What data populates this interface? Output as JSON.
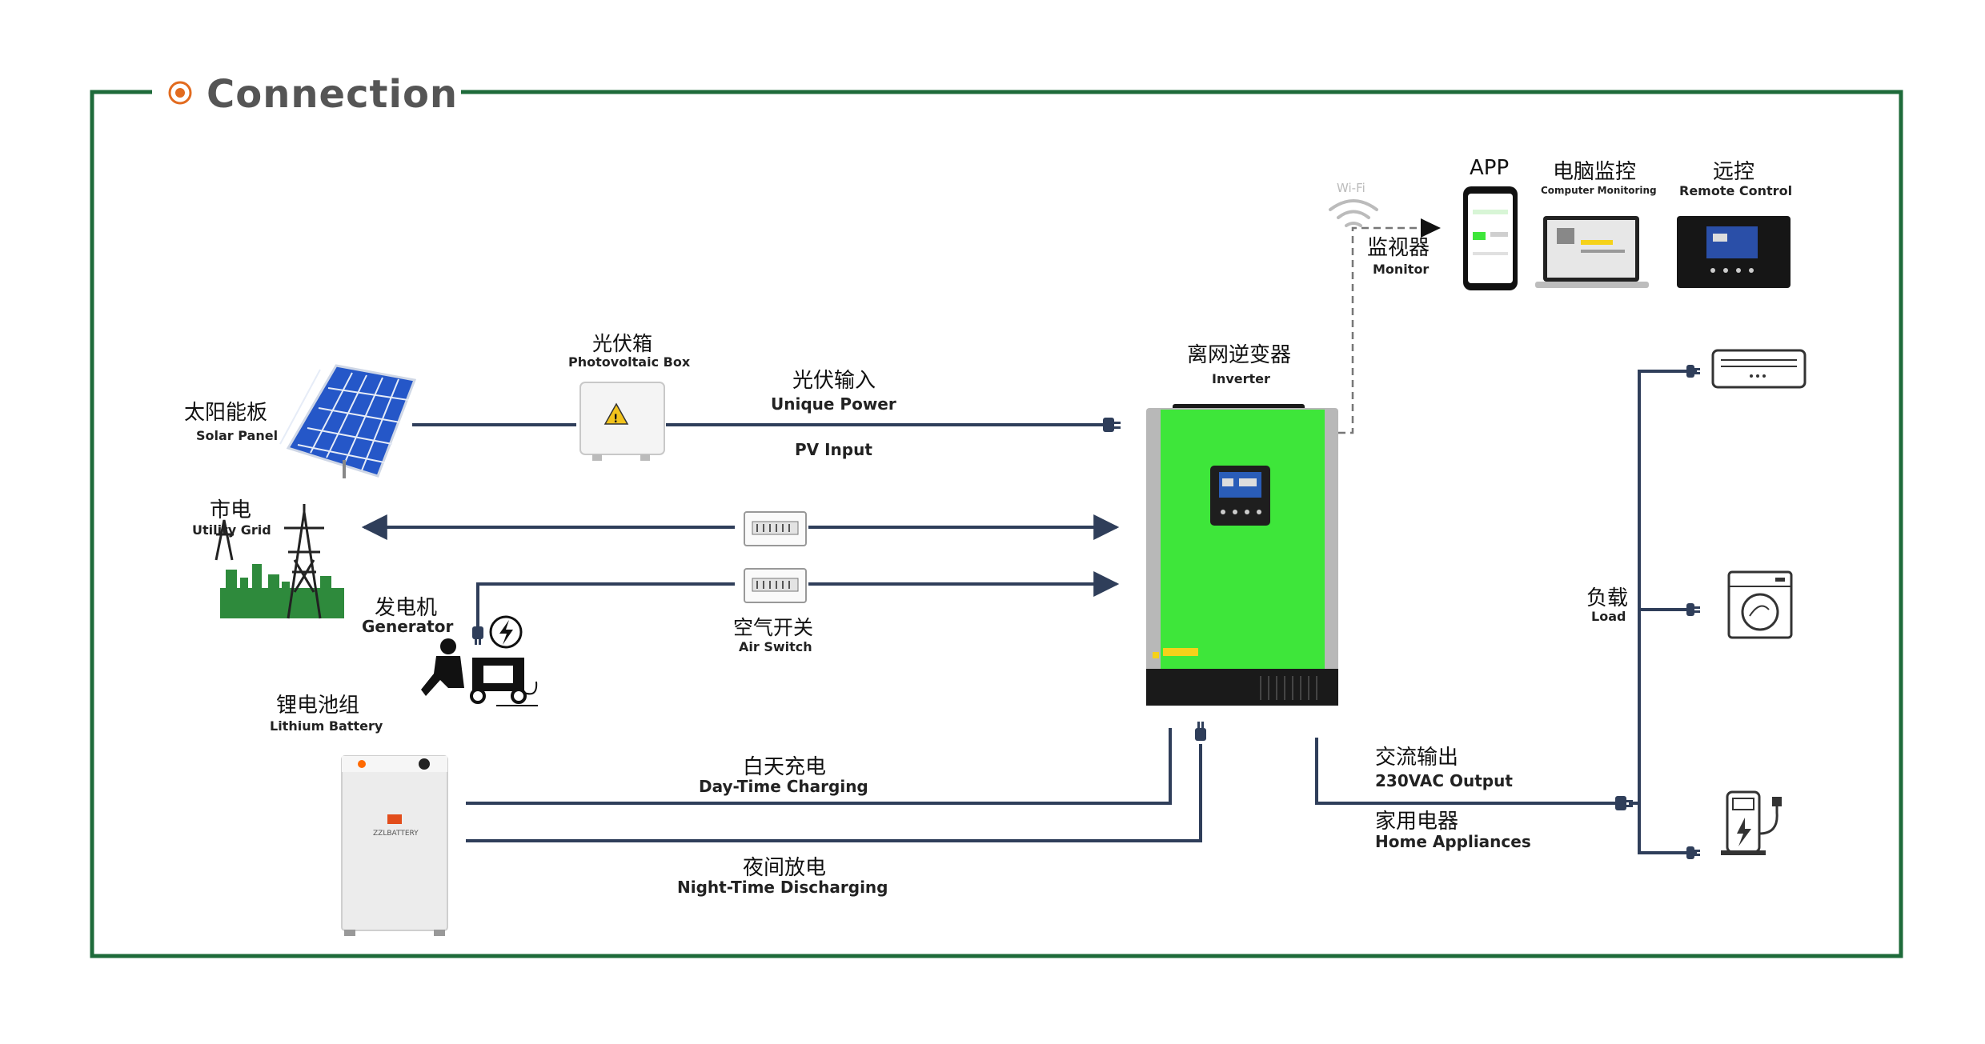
{
  "title": "Connection",
  "components": {
    "solar_panel": {
      "cn": "太阳能板",
      "en": "Solar Panel"
    },
    "pv_box": {
      "cn": "光伏箱",
      "en": "Photovoltaic Box"
    },
    "pv_input": {
      "cn": "光伏输入",
      "en1": "Unique Power",
      "en2": "PV Input"
    },
    "utility_grid": {
      "cn": "市电",
      "en": "Utility Grid"
    },
    "generator": {
      "cn": "发电机",
      "en": "Generator"
    },
    "air_switch": {
      "cn": "空气开关",
      "en": "Air Switch"
    },
    "lithium_battery": {
      "cn": "锂电池组",
      "en": "Lithium Battery",
      "brand": "ZZLBATTERY"
    },
    "day_charging": {
      "cn": "白天充电",
      "en": "Day-Time Charging"
    },
    "night_discharging": {
      "cn": "夜间放电",
      "en": "Night-Time Discharging"
    },
    "inverter": {
      "cn": "离网逆变器",
      "en": "Inverter"
    },
    "ac_output": {
      "cn": "交流输出",
      "en": "230VAC Output"
    },
    "home_appliances": {
      "cn": "家用电器",
      "en": "Home Appliances"
    },
    "load": {
      "cn": "负载",
      "en": "Load"
    },
    "wifi": {
      "label": "Wi-Fi"
    },
    "monitor": {
      "cn": "监视器",
      "en": "Monitor"
    },
    "app": {
      "label": "APP"
    },
    "computer_monitoring": {
      "cn": "电脑监控",
      "en": "Computer Monitoring"
    },
    "remote_control": {
      "cn": "远控",
      "en": "Remote Control"
    }
  },
  "colors": {
    "frame": "#1e6b3a",
    "line": "#2f3e5a",
    "inverter_green": "#3ee63a",
    "title_dot": "#e26b1f",
    "title_text": "#555555"
  }
}
